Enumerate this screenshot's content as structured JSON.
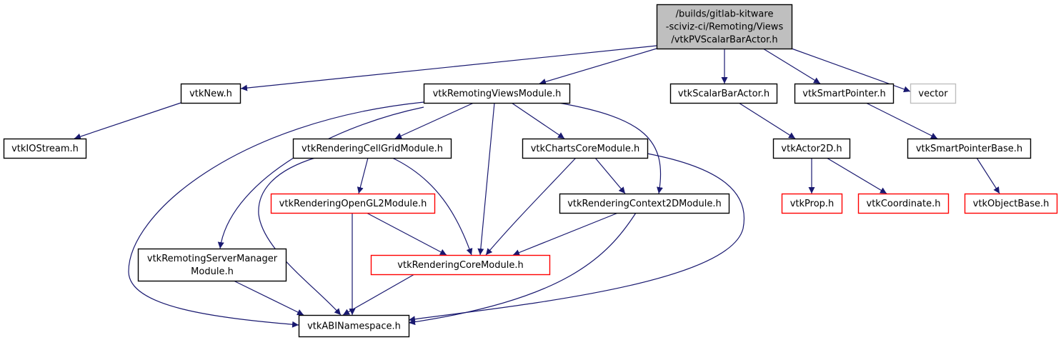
{
  "colors": {
    "edge": "#191970",
    "root_fill": "#bfbfbf",
    "border_normal": "#000000",
    "border_truncated": "#ff0000",
    "border_external": "#bfbfbf"
  },
  "nodes": [
    {
      "id": "root",
      "lines": [
        "/builds/gitlab-kitware",
        "-sciviz-ci/Remoting/Views",
        "/vtkPVScalarBarActor.h"
      ],
      "kind": "root"
    },
    {
      "id": "vtkNew",
      "lines": [
        "vtkNew.h"
      ],
      "kind": "normal"
    },
    {
      "id": "vtkRemotingViewsModule",
      "lines": [
        "vtkRemotingViewsModule.h"
      ],
      "kind": "normal"
    },
    {
      "id": "vtkScalarBarActor",
      "lines": [
        "vtkScalarBarActor.h"
      ],
      "kind": "normal"
    },
    {
      "id": "vtkSmartPointer",
      "lines": [
        "vtkSmartPointer.h"
      ],
      "kind": "normal"
    },
    {
      "id": "vector",
      "lines": [
        "vector"
      ],
      "kind": "external"
    },
    {
      "id": "vtkIOStream",
      "lines": [
        "vtkIOStream.h"
      ],
      "kind": "normal"
    },
    {
      "id": "vtkRenderingCellGridModule",
      "lines": [
        "vtkRenderingCellGridModule.h"
      ],
      "kind": "normal"
    },
    {
      "id": "vtkChartsCoreModule",
      "lines": [
        "vtkChartsCoreModule.h"
      ],
      "kind": "normal"
    },
    {
      "id": "vtkActor2D",
      "lines": [
        "vtkActor2D.h"
      ],
      "kind": "normal"
    },
    {
      "id": "vtkSmartPointerBase",
      "lines": [
        "vtkSmartPointerBase.h"
      ],
      "kind": "normal"
    },
    {
      "id": "vtkRenderingOpenGL2Module",
      "lines": [
        "vtkRenderingOpenGL2Module.h"
      ],
      "kind": "truncated"
    },
    {
      "id": "vtkRenderingContext2DModule",
      "lines": [
        "vtkRenderingContext2DModule.h"
      ],
      "kind": "normal"
    },
    {
      "id": "vtkProp",
      "lines": [
        "vtkProp.h"
      ],
      "kind": "truncated"
    },
    {
      "id": "vtkCoordinate",
      "lines": [
        "vtkCoordinate.h"
      ],
      "kind": "truncated"
    },
    {
      "id": "vtkObjectBase",
      "lines": [
        "vtkObjectBase.h"
      ],
      "kind": "truncated"
    },
    {
      "id": "vtkRemotingServerManagerModule",
      "lines": [
        "vtkRemotingServerManager",
        "Module.h"
      ],
      "kind": "normal"
    },
    {
      "id": "vtkRenderingCoreModule",
      "lines": [
        "vtkRenderingCoreModule.h"
      ],
      "kind": "truncated"
    },
    {
      "id": "vtkABINamespace",
      "lines": [
        "vtkABINamespace.h"
      ],
      "kind": "normal"
    }
  ],
  "edges": [
    {
      "from": "root",
      "to": "vtkNew"
    },
    {
      "from": "root",
      "to": "vtkRemotingViewsModule"
    },
    {
      "from": "root",
      "to": "vtkScalarBarActor"
    },
    {
      "from": "root",
      "to": "vtkSmartPointer"
    },
    {
      "from": "root",
      "to": "vector"
    },
    {
      "from": "vtkNew",
      "to": "vtkIOStream"
    },
    {
      "from": "vtkRemotingViewsModule",
      "to": "vtkABINamespace"
    },
    {
      "from": "vtkRemotingViewsModule",
      "to": "vtkRemotingServerManagerModule"
    },
    {
      "from": "vtkRemotingViewsModule",
      "to": "vtkRenderingCellGridModule"
    },
    {
      "from": "vtkRemotingViewsModule",
      "to": "vtkRenderingCoreModule"
    },
    {
      "from": "vtkRemotingViewsModule",
      "to": "vtkChartsCoreModule"
    },
    {
      "from": "vtkRemotingViewsModule",
      "to": "vtkRenderingContext2DModule"
    },
    {
      "from": "vtkRenderingCellGridModule",
      "to": "vtkABINamespace"
    },
    {
      "from": "vtkRenderingCellGridModule",
      "to": "vtkRenderingOpenGL2Module"
    },
    {
      "from": "vtkRenderingCellGridModule",
      "to": "vtkRenderingCoreModule"
    },
    {
      "from": "vtkChartsCoreModule",
      "to": "vtkRenderingCoreModule"
    },
    {
      "from": "vtkChartsCoreModule",
      "to": "vtkRenderingContext2DModule"
    },
    {
      "from": "vtkChartsCoreModule",
      "to": "vtkABINamespace"
    },
    {
      "from": "vtkRenderingOpenGL2Module",
      "to": "vtkABINamespace"
    },
    {
      "from": "vtkRenderingOpenGL2Module",
      "to": "vtkRenderingCoreModule"
    },
    {
      "from": "vtkRenderingContext2DModule",
      "to": "vtkRenderingCoreModule"
    },
    {
      "from": "vtkRenderingContext2DModule",
      "to": "vtkABINamespace"
    },
    {
      "from": "vtkRemotingServerManagerModule",
      "to": "vtkABINamespace"
    },
    {
      "from": "vtkRenderingCoreModule",
      "to": "vtkABINamespace"
    },
    {
      "from": "vtkScalarBarActor",
      "to": "vtkActor2D"
    },
    {
      "from": "vtkActor2D",
      "to": "vtkProp"
    },
    {
      "from": "vtkActor2D",
      "to": "vtkCoordinate"
    },
    {
      "from": "vtkSmartPointer",
      "to": "vtkSmartPointerBase"
    },
    {
      "from": "vtkSmartPointerBase",
      "to": "vtkObjectBase"
    }
  ]
}
